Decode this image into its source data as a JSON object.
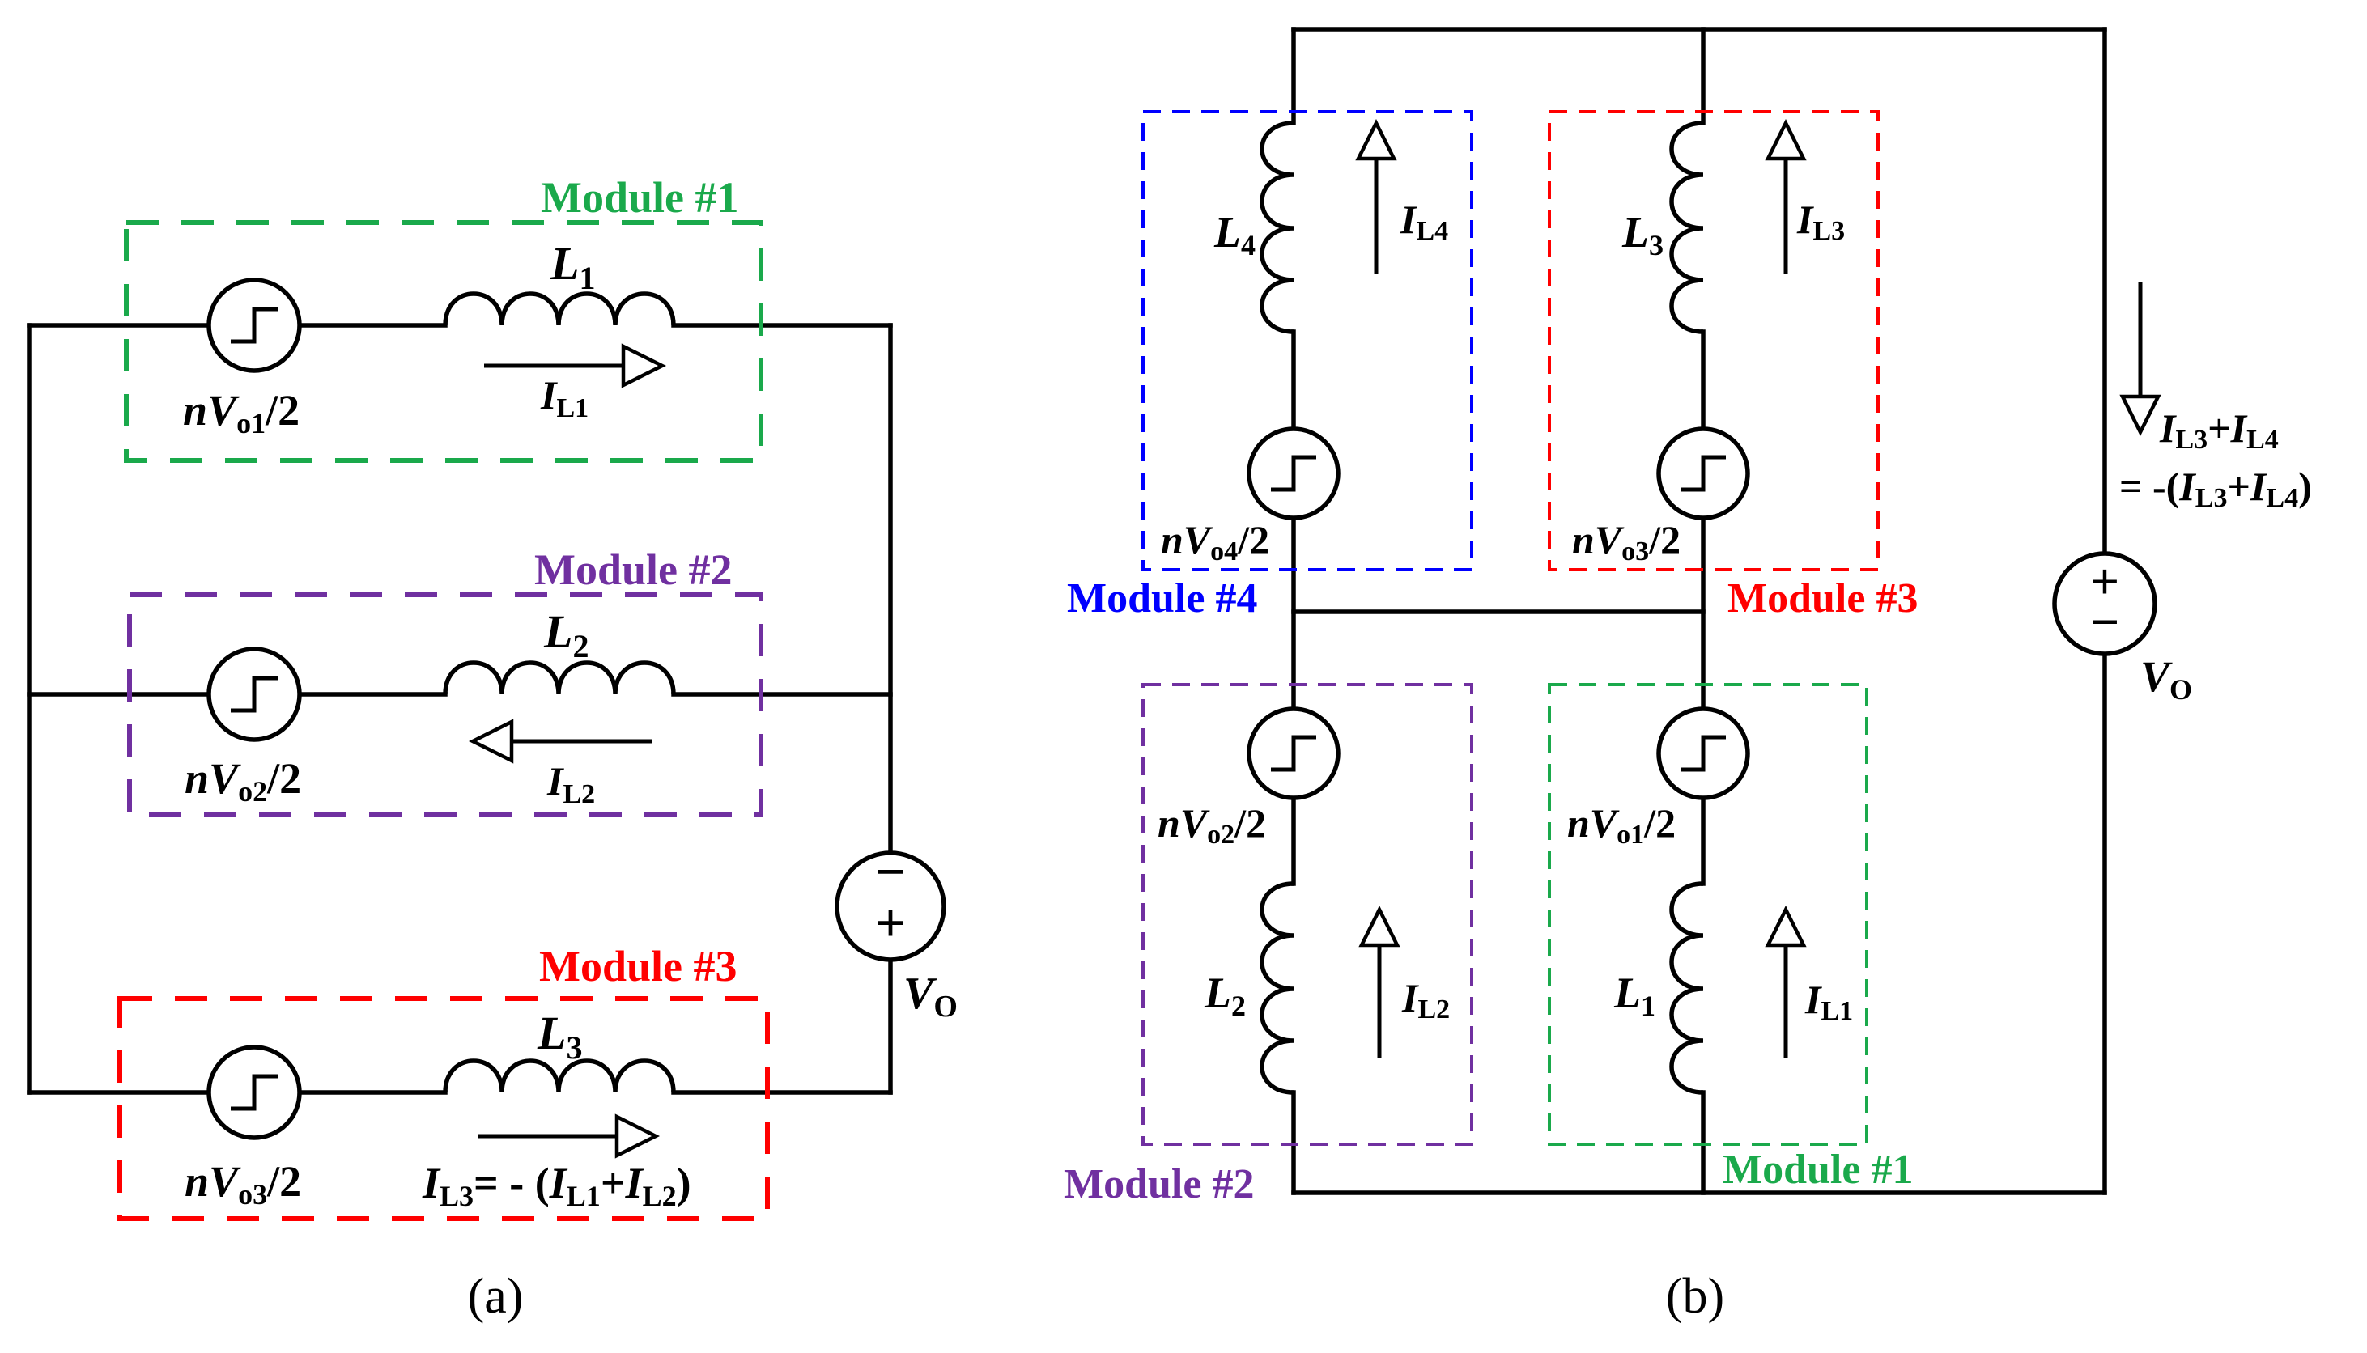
{
  "colors": {
    "module1": "#1aa94b",
    "module2": "#7030a0",
    "module3": "#ff0000",
    "module4": "#0000ff",
    "wire": "#000000"
  },
  "panel_a": {
    "caption": "(a)",
    "modules": [
      {
        "title": "Module #1",
        "inductor": "L",
        "inductor_sub": "1",
        "source_pre": "nV",
        "source_sub": "o1",
        "source_post": "/2",
        "current": "I",
        "current_sub": "L1"
      },
      {
        "title": "Module #2",
        "inductor": "L",
        "inductor_sub": "2",
        "source_pre": "nV",
        "source_sub": "o2",
        "source_post": "/2",
        "current": "I",
        "current_sub": "L2"
      },
      {
        "title": "Module #3",
        "inductor": "L",
        "inductor_sub": "3",
        "source_pre": "nV",
        "source_sub": "o3",
        "source_post": "/2",
        "current": "I",
        "current_sub": "L3",
        "current_expr_mid": "= - (",
        "current_expr_t1": "I",
        "current_expr_t1_sub": "L1",
        "current_expr_plus": "+",
        "current_expr_t2": "I",
        "current_expr_t2_sub": "L2",
        "current_expr_end": ")"
      }
    ],
    "output": {
      "label": "V",
      "sub": "O",
      "minus": "−",
      "plus": "+"
    }
  },
  "panel_b": {
    "caption": "(b)",
    "modules": [
      {
        "title": "Module #1",
        "inductor": "L",
        "inductor_sub": "1",
        "source_pre": "nV",
        "source_sub": "o1",
        "source_post": "/2",
        "current": "I",
        "current_sub": "L1"
      },
      {
        "title": "Module #2",
        "inductor": "L",
        "inductor_sub": "2",
        "source_pre": "nV",
        "source_sub": "o2",
        "source_post": "/2",
        "current": "I",
        "current_sub": "L2"
      },
      {
        "title": "Module #3",
        "inductor": "L",
        "inductor_sub": "3",
        "source_pre": "nV",
        "source_sub": "o3",
        "source_post": "/2",
        "current": "I",
        "current_sub": "L3"
      },
      {
        "title": "Module #4",
        "inductor": "L",
        "inductor_sub": "4",
        "source_pre": "nV",
        "source_sub": "o4",
        "source_post": "/2",
        "current": "I",
        "current_sub": "L4"
      }
    ],
    "output": {
      "label": "V",
      "sub": "O",
      "plus": "+",
      "minus": "−"
    },
    "sum_current": {
      "line1_t1": "I",
      "line1_t1_sub": "L3",
      "line1_plus": "+",
      "line1_t2": "I",
      "line1_t2_sub": "L4",
      "line2_pre": "= -(",
      "line2_t1": "I",
      "line2_t1_sub": "L3",
      "line2_plus": "+",
      "line2_t2": "I",
      "line2_t2_sub": "L4",
      "line2_end": ")"
    }
  }
}
